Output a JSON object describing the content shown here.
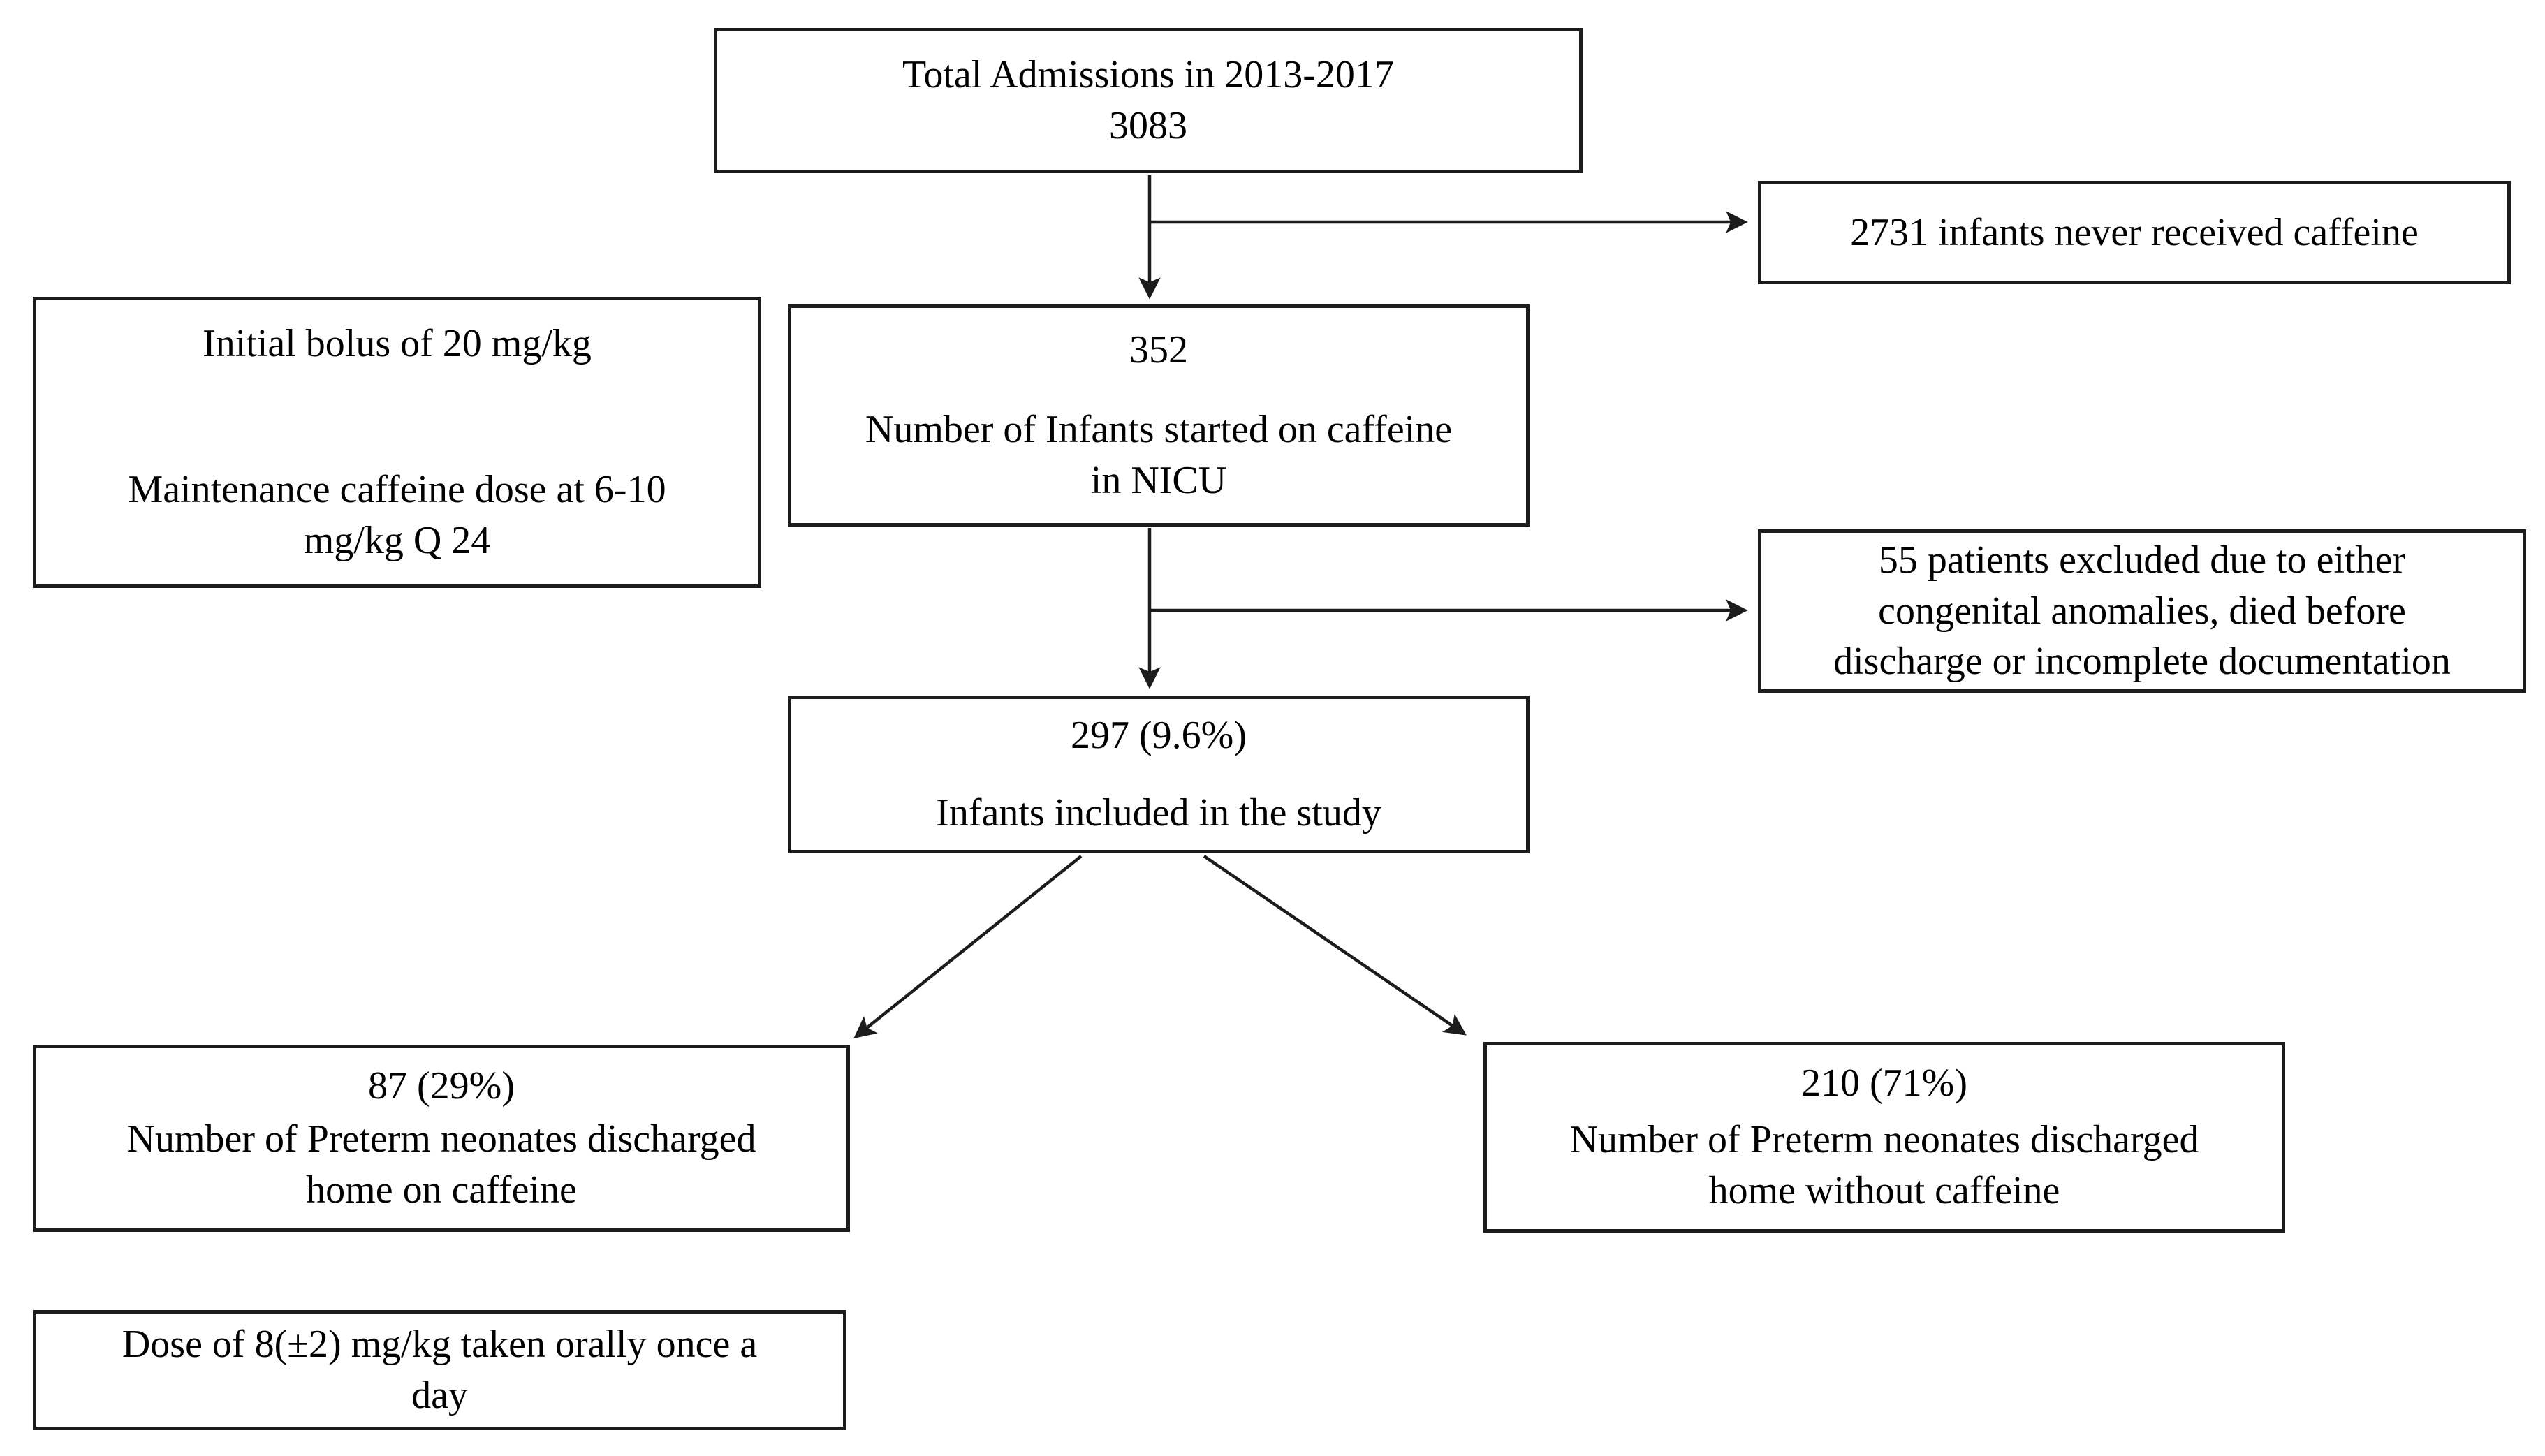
{
  "diagram": {
    "colors": {
      "background": "#ffffff",
      "box_border": "#1c1c1c",
      "text": "#000000",
      "arrow": "#1c1c1c"
    },
    "boxes": {
      "total_admissions": {
        "lines": [
          "Total Admissions in 2013-2017",
          "3083"
        ]
      },
      "never_received": {
        "lines": [
          "2731 infants never received caffeine"
        ]
      },
      "dosing_protocol": {
        "lines": [
          "Initial bolus of 20 mg/kg",
          "Maintenance caffeine dose at 6-10",
          "mg/kg Q 24"
        ]
      },
      "started_on_caffeine": {
        "value": "352",
        "lines": [
          "Number of Infants started on caffeine",
          "in NICU"
        ]
      },
      "excluded": {
        "lines": [
          "55 patients excluded due to either",
          "congenital anomalies, died before",
          "discharge or incomplete documentation"
        ]
      },
      "included": {
        "value": "297 (9.6%)",
        "lines": [
          "Infants included in the study"
        ]
      },
      "discharged_on_caffeine": {
        "value": "87 (29%)",
        "lines": [
          "Number of Preterm neonates discharged",
          "home on caffeine"
        ]
      },
      "discharged_without_caffeine": {
        "value": "210 (71%)",
        "lines": [
          "Number of Preterm neonates discharged",
          "home without caffeine"
        ]
      },
      "home_dose": {
        "lines": [
          "Dose of 8(±2) mg/kg taken orally once a",
          "day"
        ]
      }
    }
  }
}
